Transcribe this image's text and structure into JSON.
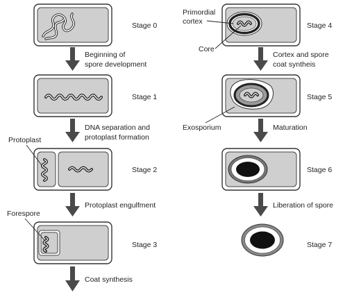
{
  "stages": {
    "s0": "Stage 0",
    "s1": "Stage 1",
    "s2": "Stage 2",
    "s3": "Stage 3",
    "s4": "Stage 4",
    "s5": "Stage 5",
    "s6": "Stage 6",
    "s7": "Stage 7"
  },
  "transitions": {
    "t0_a": "Beginning of",
    "t0_b": "spore development",
    "t1_a": "DNA separation and",
    "t1_b": "protoplast formation",
    "t2": "Protoplast engulfment",
    "t3": "Coat synthesis",
    "t4_a": "Cortex and spore",
    "t4_b": "coat syntheis",
    "t5": "Maturation",
    "t6": "Liberation of spore"
  },
  "callouts": {
    "protoplast": "Protoplast",
    "forespore": "Forespore",
    "primordial_a": "Primordial",
    "primordial_b": "cortex",
    "core": "Core",
    "exosporium": "Exosporium"
  },
  "colors": {
    "cell_fill": "#cfcfcf",
    "outline": "#333333",
    "arrow": "#4a4a4a",
    "spore_core": "#111111"
  }
}
